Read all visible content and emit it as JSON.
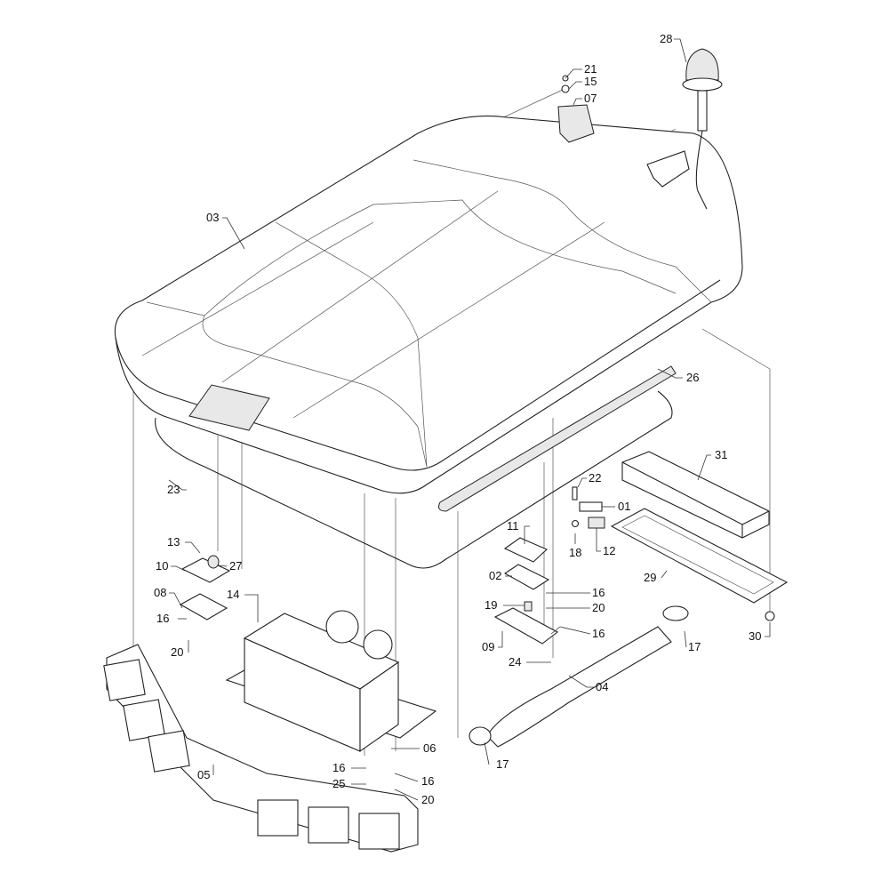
{
  "diagram": {
    "title": "Cab roof assembly exploded view",
    "callouts": [
      "21",
      "15",
      "07",
      "28",
      "03",
      "26",
      "31",
      "22",
      "01",
      "11",
      "18",
      "12",
      "02",
      "16",
      "20",
      "19",
      "29",
      "16",
      "09",
      "24",
      "17",
      "30",
      "04",
      "17",
      "13",
      "27",
      "10",
      "08",
      "14",
      "16",
      "20",
      "23",
      "06",
      "16",
      "16",
      "25",
      "20",
      "05"
    ]
  }
}
